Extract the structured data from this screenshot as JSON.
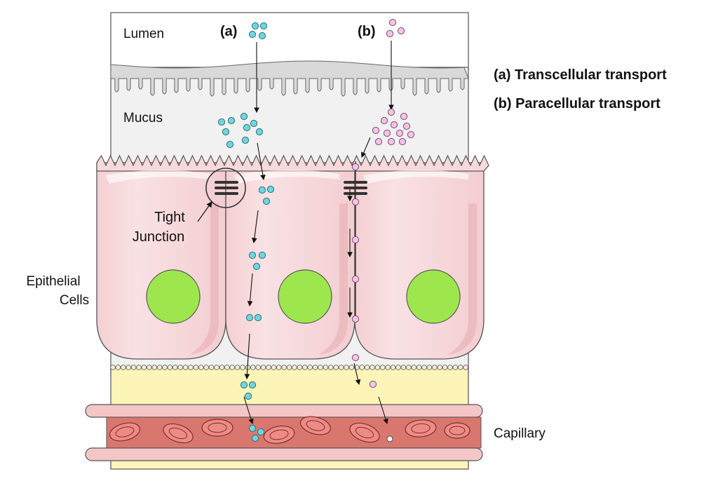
{
  "labels": {
    "lumen": "Lumen",
    "mucus": "Mucus",
    "tight_junction_line1": "Tight",
    "tight_junction_line2": "Junction",
    "epithelial_line1": "Epithelial",
    "epithelial_line2": "Cells",
    "capillary": "Capillary",
    "marker_a": "(a)",
    "marker_b": "(b)"
  },
  "legend": {
    "a": "(a) Transcellular transport",
    "b": "(b) Paracellular transport"
  },
  "colors": {
    "lumen_bg": "#ffffff",
    "mucus_bg": "#f1f1f1",
    "microvilli": "#d9d9d9",
    "cell_fill": "#f7d9dc",
    "cell_shade": "#ecbcc1",
    "nucleus": "#9ee64e",
    "basement_bead": "#f3edd8",
    "interstitium": "#fdf4b8",
    "vessel_wall": "#f5c6c6",
    "blood": "#d9776f",
    "rbc": "#ee8b86",
    "transcellular_particle": "#6fd6de",
    "paracellular_particle": "#f6c2e6"
  }
}
